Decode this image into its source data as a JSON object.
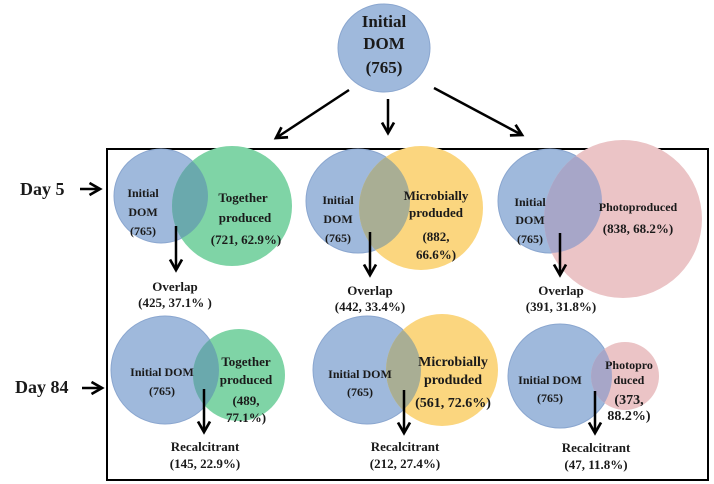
{
  "colors": {
    "initial": "#9fb9dc",
    "initial_stroke": "#8aa6cf",
    "together": "#7fd4a6",
    "together_overlap": "#6aa9ad",
    "microbial": "#fbd67f",
    "microbial_overlap": "#a9ae94",
    "photo": "#ebc4c6",
    "photo_overlap": "#a7a6c8",
    "text": "#1a1a1a",
    "line": "#000000"
  },
  "root": {
    "line1": "Initial",
    "line2": "DOM",
    "line3": "(765)"
  },
  "rows": [
    {
      "label": "Day 5"
    },
    {
      "label": "Day 84"
    }
  ],
  "panels": [
    {
      "id": "day5-together",
      "left": [
        "Initial",
        "DOM",
        "(765)"
      ],
      "right": [
        "Together",
        "produced",
        "(721, 62.9%)"
      ],
      "result": [
        "Overlap",
        "(425, 37.1% )"
      ]
    },
    {
      "id": "day5-microbial",
      "left": [
        "Initial",
        "DOM",
        "(765)"
      ],
      "right": [
        "Microbially",
        "produded",
        "(882,",
        "66.6%)"
      ],
      "result": [
        "Overlap",
        "(442, 33.4%)"
      ]
    },
    {
      "id": "day5-photo",
      "left": [
        "Initial",
        "DOM",
        "(765)"
      ],
      "right": [
        "Photoproduced",
        "(838, 68.2%)"
      ],
      "result": [
        "Overlap",
        "(391, 31.8%)"
      ]
    },
    {
      "id": "day84-together",
      "left": [
        "Initial DOM",
        "(765)"
      ],
      "right": [
        "Together",
        "produced",
        "(489,",
        "77.1%)"
      ],
      "result": [
        "Recalcitrant",
        "(145, 22.9%)"
      ]
    },
    {
      "id": "day84-microbial",
      "left": [
        "Initial DOM",
        "(765)"
      ],
      "right": [
        "Microbially",
        "produded",
        "(561, 72.6%)"
      ],
      "result": [
        "Recalcitrant",
        "(212, 27.4%)"
      ]
    },
    {
      "id": "day84-photo",
      "left": [
        "Initial DOM",
        "(765)"
      ],
      "right": [
        "Photopro",
        "duced",
        "(373,",
        "88.2%)"
      ],
      "result": [
        "Recalcitrant",
        "(47, 11.8%)"
      ]
    }
  ]
}
